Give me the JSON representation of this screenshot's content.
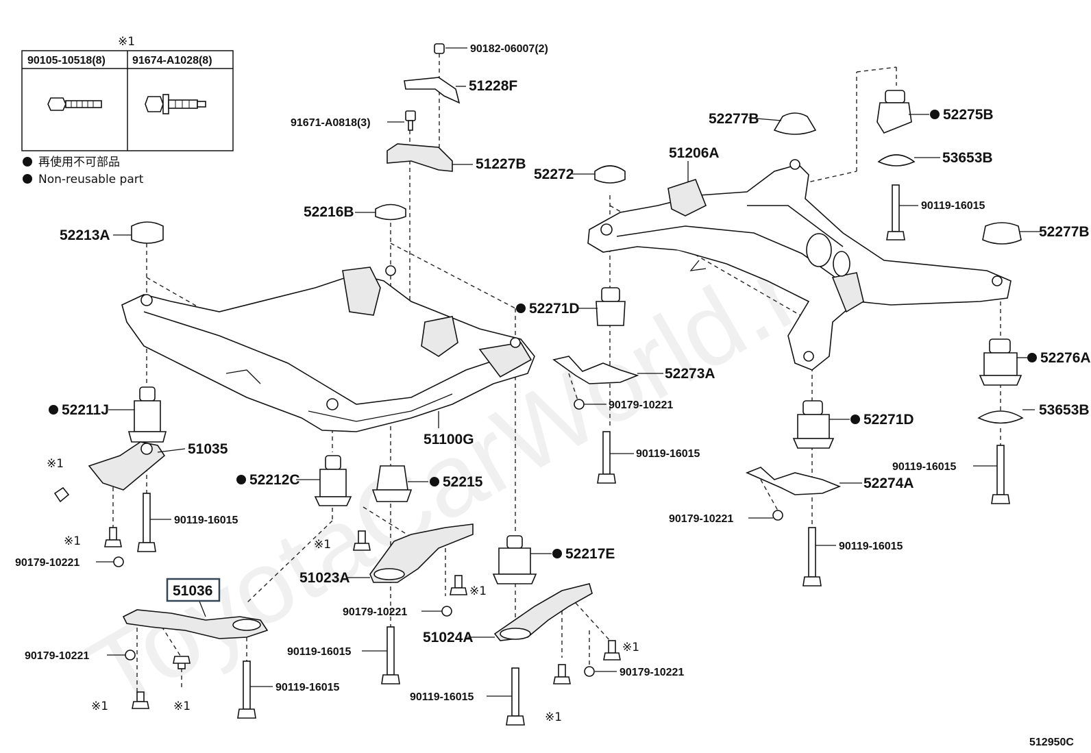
{
  "legend": {
    "note_mark": "※1",
    "col1": "90105-10518(8)",
    "col2": "91674-A1028(8)",
    "jp_note": "再使用不可部品",
    "en_note": "Non-reusable part"
  },
  "watermark": "ToyotaCarWorld.ru",
  "labels": {
    "p90182": "90182-06007(2)",
    "p51228F": "51228F",
    "p91671": "91671-A0818(3)",
    "p51227B": "51227B",
    "p52216B": "52216B",
    "p52213A": "52213A",
    "p52211J": "52211J",
    "p51035": "51035",
    "p51100G": "51100G",
    "p52212C": "52212C",
    "p52215": "52215",
    "p52217E": "52217E",
    "p51023A": "51023A",
    "p51024A": "51024A",
    "p51036": "51036",
    "p52277B_a": "52277B",
    "p52275B": "52275B",
    "p51206A": "51206A",
    "p52272": "52272",
    "p53653B_a": "53653B",
    "p90119_r1": "90119-16015",
    "p52277B_b": "52277B",
    "p52271D_a": "52271D",
    "p52273A": "52273A",
    "p90179_m1": "90179-10221",
    "p90119_m1": "90119-16015",
    "p52276A": "52276A",
    "p52271D_b": "52271D",
    "p53653B_b": "53653B",
    "p52274A": "52274A",
    "p90119_r2": "90119-16015",
    "p90179_m2": "90179-10221",
    "p90119_m2": "90119-16015",
    "p90119_l1": "90119-16015",
    "p90179_l1": "90179-10221",
    "p90179_c1": "90179-10221",
    "p90119_c1": "90119-16015",
    "p90179_l2": "90179-10221",
    "p90119_l2": "90119-16015",
    "p90119_c2": "90119-16015",
    "p90179_c2": "90179-10221",
    "note_l1": "※1",
    "note_l2": "※1",
    "note_l3": "※1",
    "note_l4": "※1",
    "note_c1": "※1",
    "note_c2": "※1",
    "note_c3": "※1",
    "note_c4": "※1",
    "ref": "512950C"
  }
}
